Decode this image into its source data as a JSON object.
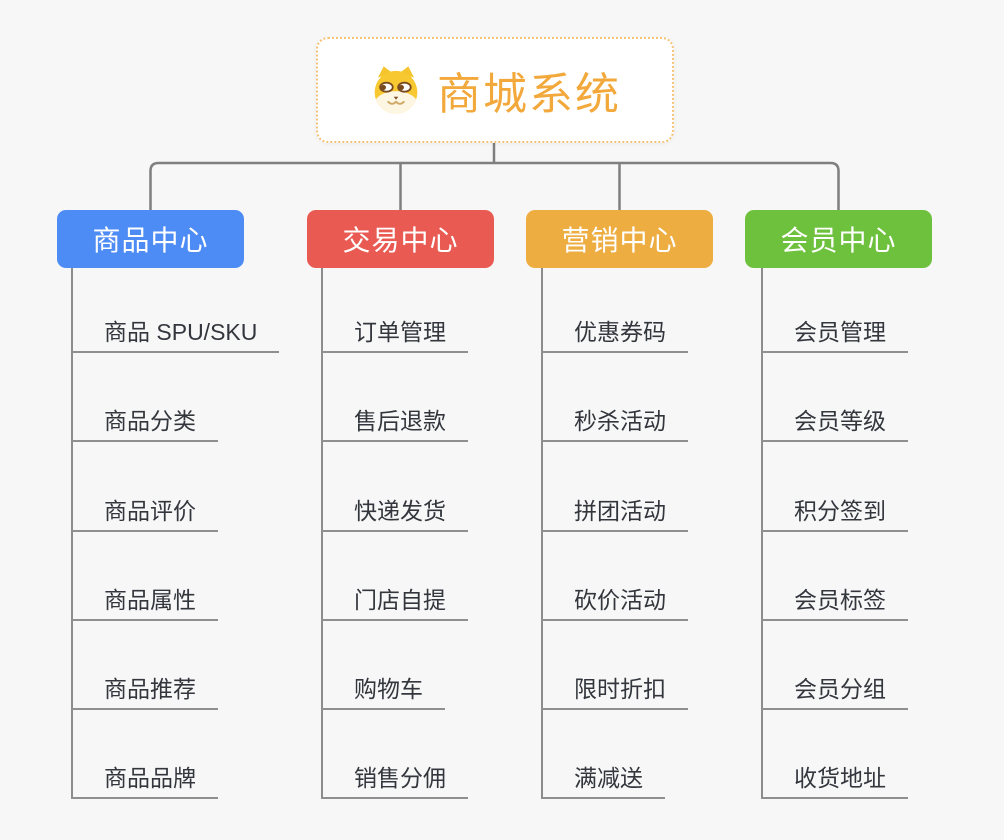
{
  "root": {
    "title": "商城系统",
    "icon": "shiba-dog-icon"
  },
  "branches": [
    {
      "label": "商品中心",
      "color": "#4e8cf5",
      "children": [
        "商品 SPU/SKU",
        "商品分类",
        "商品评价",
        "商品属性",
        "商品推荐",
        "商品品牌"
      ]
    },
    {
      "label": "交易中心",
      "color": "#e95b52",
      "children": [
        "订单管理",
        "售后退款",
        "快递发货",
        "门店自提",
        "购物车",
        "销售分佣"
      ]
    },
    {
      "label": "营销中心",
      "color": "#edad41",
      "children": [
        "优惠券码",
        "秒杀活动",
        "拼团活动",
        "砍价活动",
        "限时折扣",
        "满减送"
      ]
    },
    {
      "label": "会员中心",
      "color": "#6ec13d",
      "children": [
        "会员管理",
        "会员等级",
        "积分签到",
        "会员标签",
        "会员分组",
        "收货地址"
      ]
    }
  ],
  "colors": {
    "background": "#f7f7f7",
    "connector": "#7f7f7f",
    "underline": "#8f8f8f",
    "leaf_text": "#33373d",
    "root_text": "#f2a83b",
    "root_border": "#f6c276"
  }
}
